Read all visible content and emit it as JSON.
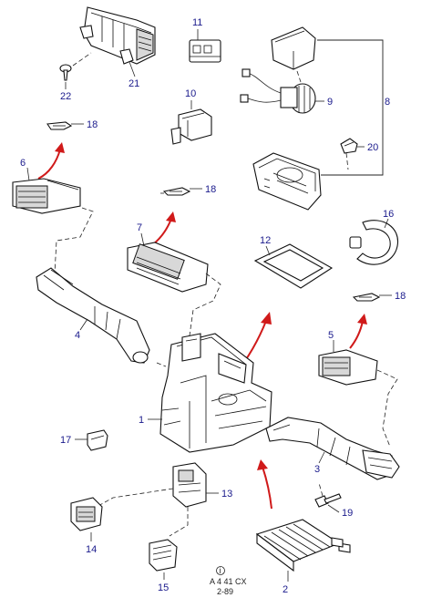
{
  "callouts": {
    "c1": "1",
    "c2": "2",
    "c3": "3",
    "c4": "4",
    "c5": "5",
    "c6": "6",
    "c7": "7",
    "c8": "8",
    "c9": "9",
    "c10": "10",
    "c11": "11",
    "c12": "12",
    "c13": "13",
    "c14": "14",
    "c15": "15",
    "c16": "16",
    "c17": "17",
    "c18a": "18",
    "c18b": "18",
    "c18c": "18",
    "c19": "19",
    "c20": "20",
    "c21": "21",
    "c22": "22"
  },
  "footer": {
    "symbol": "i",
    "code": "A 4 41 CX",
    "date": "2-89"
  },
  "colors": {
    "callout_text": "#1a1a8c",
    "flow_arrow": "#d01a1a",
    "line": "#111111"
  }
}
